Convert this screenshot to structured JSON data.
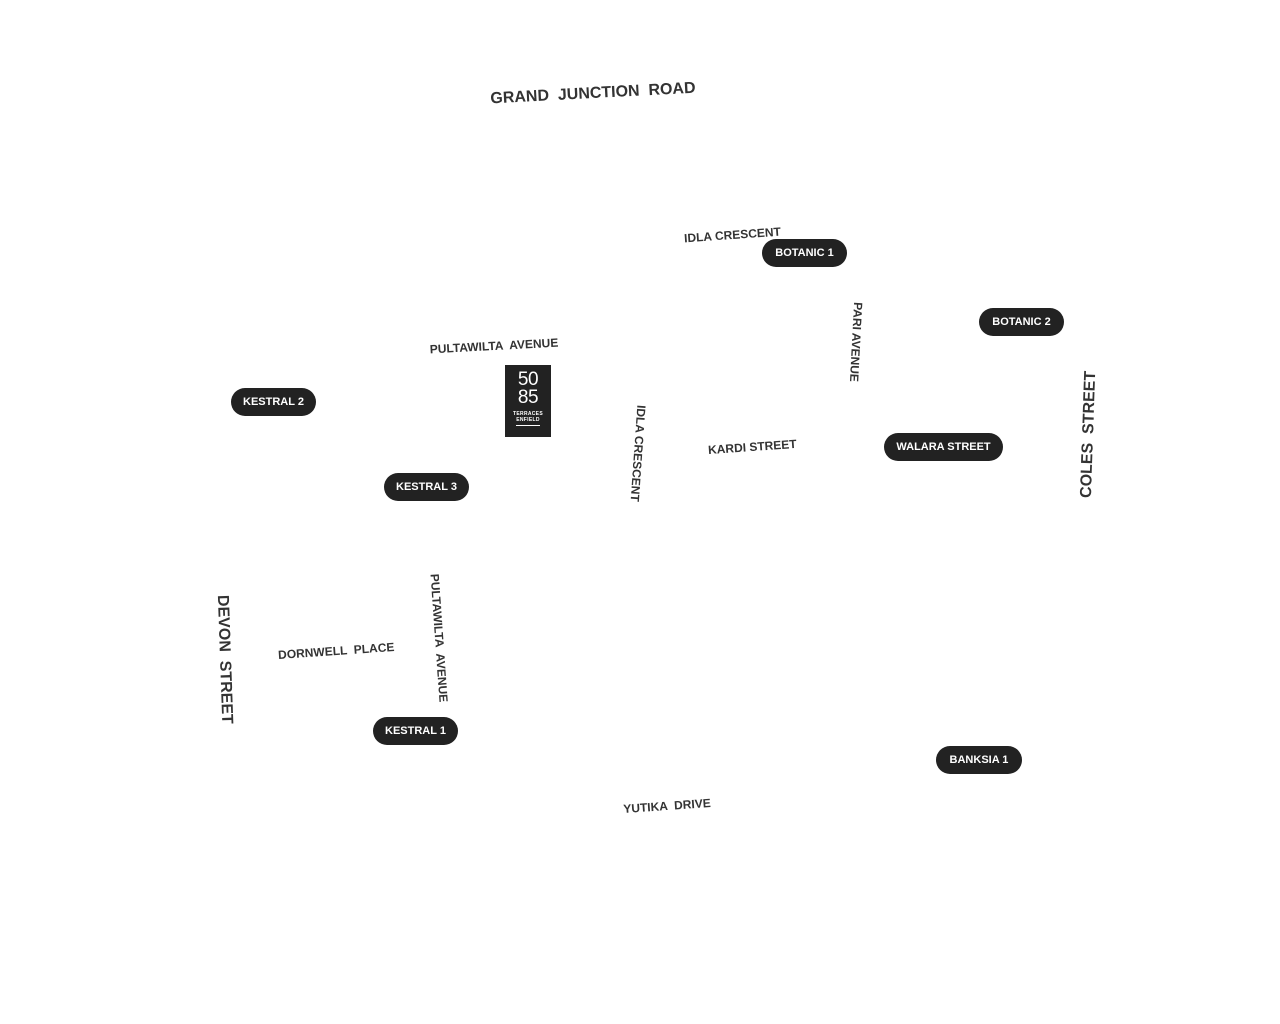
{
  "streets": {
    "grand_junction_road": "GRAND  JUNCTION  ROAD",
    "idla_crescent_top": "IDLA CRESCENT",
    "pultawilta_avenue_top": "PULTAWILTA  AVENUE",
    "pari_avenue": "PARI AVENUE",
    "idla_crescent_middle": "IDLA CRESCENT",
    "kardi_street": "KARDI STREET",
    "coles_street": "COLES  STREET",
    "devon_street": "DEVON  STREET",
    "dornwell_place": "DORNWELL  PLACE",
    "pultawilta_avenue_bottom": "PULTAWILTA  AVENUE",
    "yutika_drive": "YUTIKA  DRIVE"
  },
  "stages": {
    "botanic_1": "BOTANIC 1",
    "botanic_2": "BOTANIC 2",
    "kestral_2": "KESTRAL 2",
    "kestral_3": "KESTRAL 3",
    "walara_street": "WALARA STREET",
    "kestral_1": "KESTRAL 1",
    "banksia_1": "BANKSIA 1"
  },
  "logo": {
    "number_top": "50",
    "number_bottom": "85",
    "line1": "TERRACES",
    "line2": "ENFIELD"
  },
  "colors": {
    "pill_background": "#222222",
    "pill_text": "#ffffff",
    "street_text": "#333333",
    "map_background": "#ffffff"
  }
}
